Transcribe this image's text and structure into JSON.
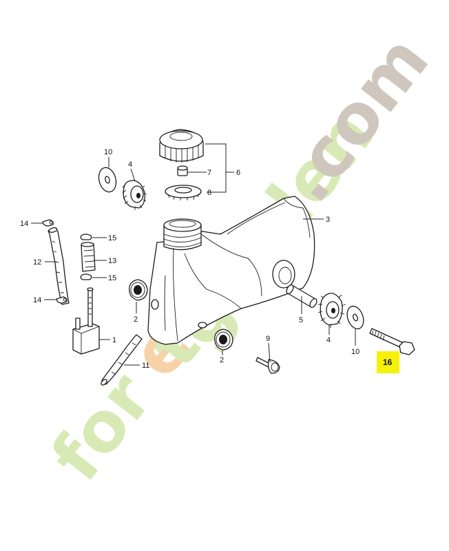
{
  "diagram": {
    "callouts": {
      "p1": "1",
      "p2a": "2",
      "p2b": "2",
      "p3": "3",
      "p4a": "4",
      "p4b": "4",
      "p5": "5",
      "p6": "6",
      "p7": "7",
      "p8": "8",
      "p9": "9",
      "p10a": "10",
      "p10b": "10",
      "p11": "11",
      "p12": "12",
      "p13": "13",
      "p14a": "14",
      "p14b": "14",
      "p15a": "15",
      "p15b": "15",
      "p16": "16"
    },
    "highlight_color": "#f5f10a"
  },
  "watermark": {
    "text_left": "for",
    "text_e": "e",
    "text_mid": "t",
    "text_garden": "garden",
    "text_com": ".com",
    "color_green": "#d7eab5",
    "color_orange": "#f7d2a9",
    "color_grey": "#cfc7bd"
  }
}
